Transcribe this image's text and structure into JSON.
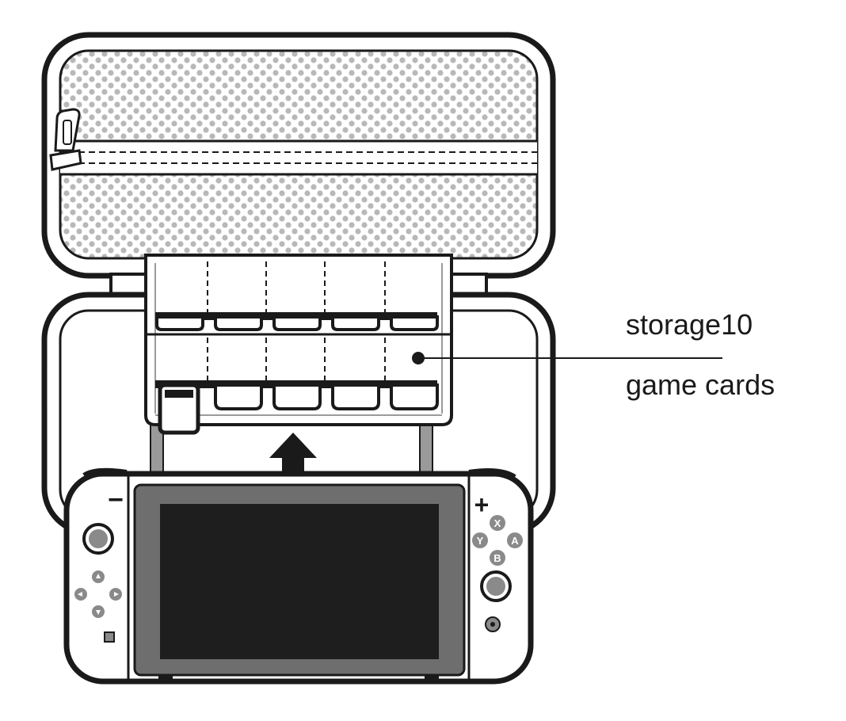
{
  "callout": {
    "line1": "storage10",
    "line2": "game cards"
  },
  "console": {
    "minus_symbol": "−",
    "plus_symbol": "+",
    "face_buttons": [
      "X",
      "Y",
      "A",
      "B"
    ]
  },
  "colors": {
    "outline": "#1a1a1a",
    "screen": "#1e1e1e",
    "bezel": "#6e6e6e",
    "dots": "#b8b8b8",
    "button_fill": "#8a8a8a",
    "background": "#ffffff"
  },
  "icons": {
    "zipper": "zipper-pull-icon",
    "arrow": "arrow-up-icon",
    "home": "home-button-icon",
    "capture": "capture-button-icon"
  },
  "card_slots": {
    "rows": 2,
    "columns": 5,
    "capacity": 10
  }
}
